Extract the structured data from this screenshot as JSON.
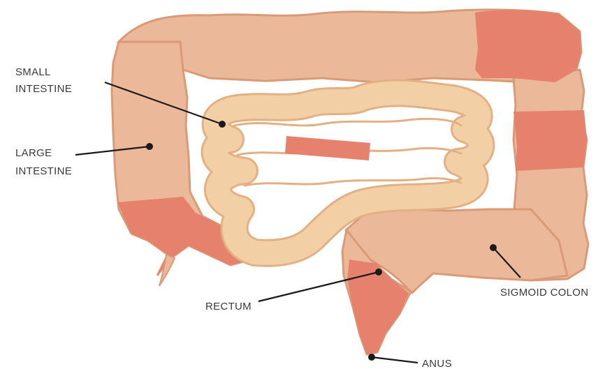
{
  "labels": {
    "small_intestine_line1": "SMALL",
    "small_intestine_line2": "INTESTINE",
    "large_intestine_line1": "LARGE",
    "large_intestine_line2": "INTESTINE",
    "rectum": "RECTUM",
    "sigmoid_colon": "SIGMOID COLON",
    "anus": "ANUS"
  },
  "colors": {
    "colon_fill": "#ebb999",
    "colon_edge": "#d99a78",
    "small_intestine_fill": "#f3cfa5",
    "small_intestine_edge": "#e3b084",
    "accent": "#e6816d",
    "leader": "#1a1a1a"
  }
}
